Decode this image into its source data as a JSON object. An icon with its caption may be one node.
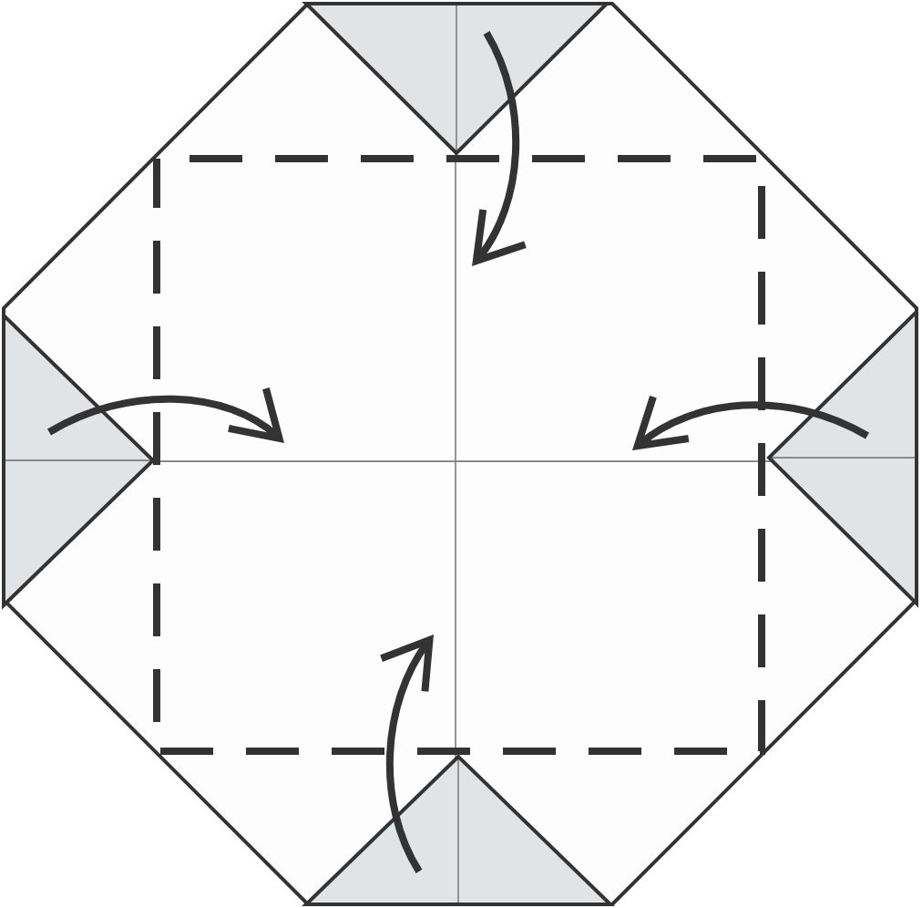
{
  "diagram": {
    "nodes": [
      {
        "text": [],
        "shape": "octagon"
      },
      {
        "text": [],
        "shape": "triangle",
        "in": 0
      },
      {
        "text": [],
        "shape": "triangle",
        "in": 0
      },
      {
        "text": [],
        "shape": "triangle",
        "in": 0
      },
      {
        "text": [],
        "shape": "triangle",
        "in": 0
      }
    ],
    "edges": [
      {
        "from": 1,
        "to": null,
        "arrow": "to"
      },
      {
        "from": 2,
        "to": null,
        "arrow": "to"
      },
      {
        "from": 3,
        "to": null,
        "arrow": "to"
      },
      {
        "from": 4,
        "to": null,
        "arrow": "to"
      }
    ]
  }
}
